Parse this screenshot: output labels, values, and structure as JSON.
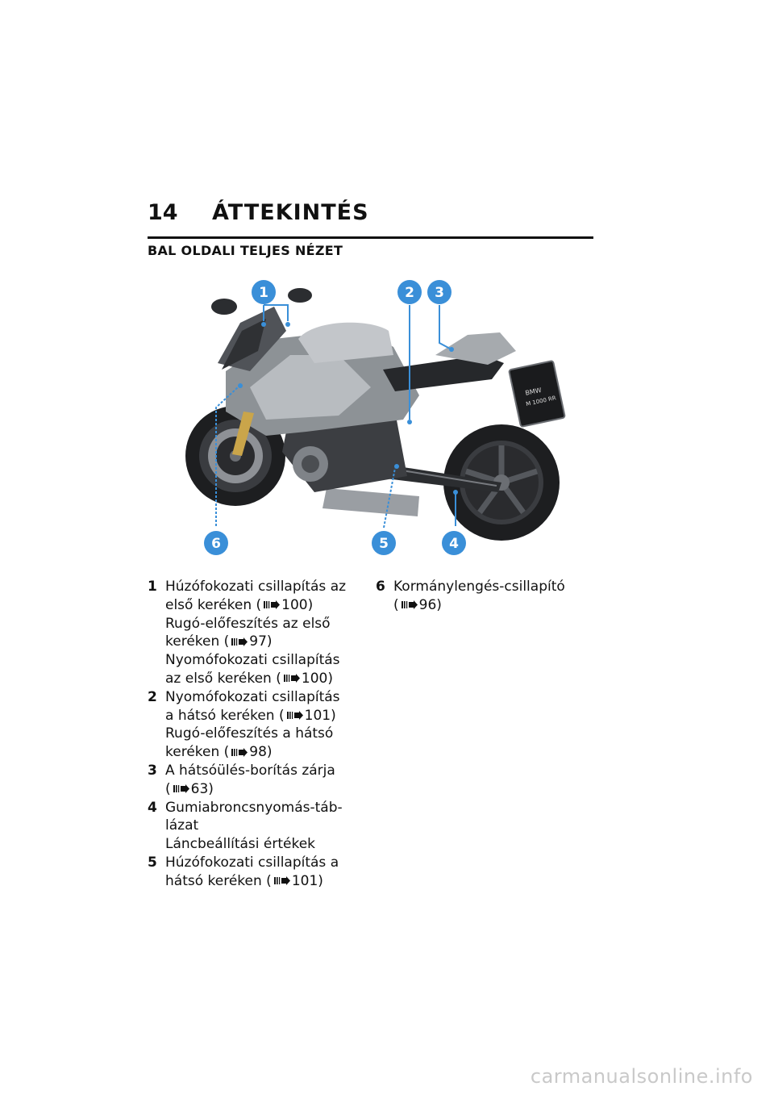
{
  "header": {
    "page_number": "14",
    "chapter_title": "ÁTTEKINTÉS"
  },
  "section": {
    "title": "BAL OLDALI TELJES NÉZET"
  },
  "figure": {
    "callouts": [
      "1",
      "2",
      "3",
      "4",
      "5",
      "6"
    ],
    "plate_text": [
      "BMW",
      "M 1000 RR"
    ],
    "colors": {
      "callout": "#3a8fd8",
      "body": "#8d9296",
      "dark": "#2b2d30"
    }
  },
  "legend_left": [
    {
      "num": "1",
      "lines": [
        {
          "text": "Húzófokozati csillapítás az"
        },
        {
          "text": "első keréken",
          "ref": "100)"
        },
        {
          "text": "Rugó-előfeszítés az első"
        },
        {
          "text": "keréken",
          "ref": "97)"
        },
        {
          "text": "Nyomófokozati csillapítás"
        },
        {
          "text": "az első keréken",
          "ref": "100)"
        }
      ]
    },
    {
      "num": "2",
      "lines": [
        {
          "text": "Nyomófokozati csillapítás"
        },
        {
          "text": "a hátsó keréken",
          "ref": "101)"
        },
        {
          "text": "Rugó-előfeszítés a hátsó"
        },
        {
          "text": "keréken",
          "ref": "98)"
        }
      ]
    },
    {
      "num": "3",
      "lines": [
        {
          "text": "A hátsóülés-borítás zárja"
        },
        {
          "text": "",
          "ref": "63)"
        }
      ]
    },
    {
      "num": "4",
      "lines": [
        {
          "text": "Gumiabroncsnyomás-táb-"
        },
        {
          "text": "lázat"
        },
        {
          "text": "Láncbeállítási értékek"
        }
      ]
    },
    {
      "num": "5",
      "lines": [
        {
          "text": "Húzófokozati csillapítás a"
        },
        {
          "text": "hátsó keréken",
          "ref": "101)"
        }
      ]
    }
  ],
  "legend_right": [
    {
      "num": "6",
      "lines": [
        {
          "text": "Kormánylengés-csillapító"
        },
        {
          "text": "",
          "ref": "96)"
        }
      ]
    }
  ],
  "watermark": "carmanualsonline.info"
}
